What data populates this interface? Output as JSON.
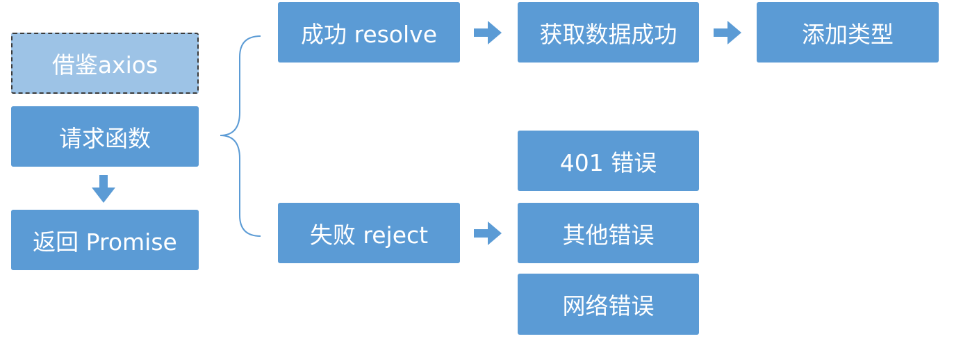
{
  "colors": {
    "box_fill": "#5b9bd5",
    "box_fill_light": "#9dc3e6",
    "box_text": "#ffffff",
    "arrow": "#5b9bd5",
    "brace": "#5b9bd5",
    "dashed_border": "#3a3a3a"
  },
  "nodes": {
    "reference_axios": "借鉴axios",
    "request_function": "请求函数",
    "return_promise": "返回 Promise",
    "success_resolve": "成功 resolve",
    "fetch_data_success": "获取数据成功",
    "add_type": "添加类型",
    "failure_reject": "失败 reject",
    "error_401": "401 错误",
    "other_error": "其他错误",
    "network_error": "网络错误"
  },
  "edges": [
    {
      "from": "request_function",
      "to": "return_promise",
      "kind": "arrow"
    },
    {
      "from": "request_function",
      "to": [
        "success_resolve",
        "failure_reject"
      ],
      "kind": "brace"
    },
    {
      "from": "success_resolve",
      "to": "fetch_data_success",
      "kind": "arrow"
    },
    {
      "from": "fetch_data_success",
      "to": "add_type",
      "kind": "arrow"
    },
    {
      "from": "failure_reject",
      "to": "other_error",
      "kind": "arrow"
    }
  ]
}
